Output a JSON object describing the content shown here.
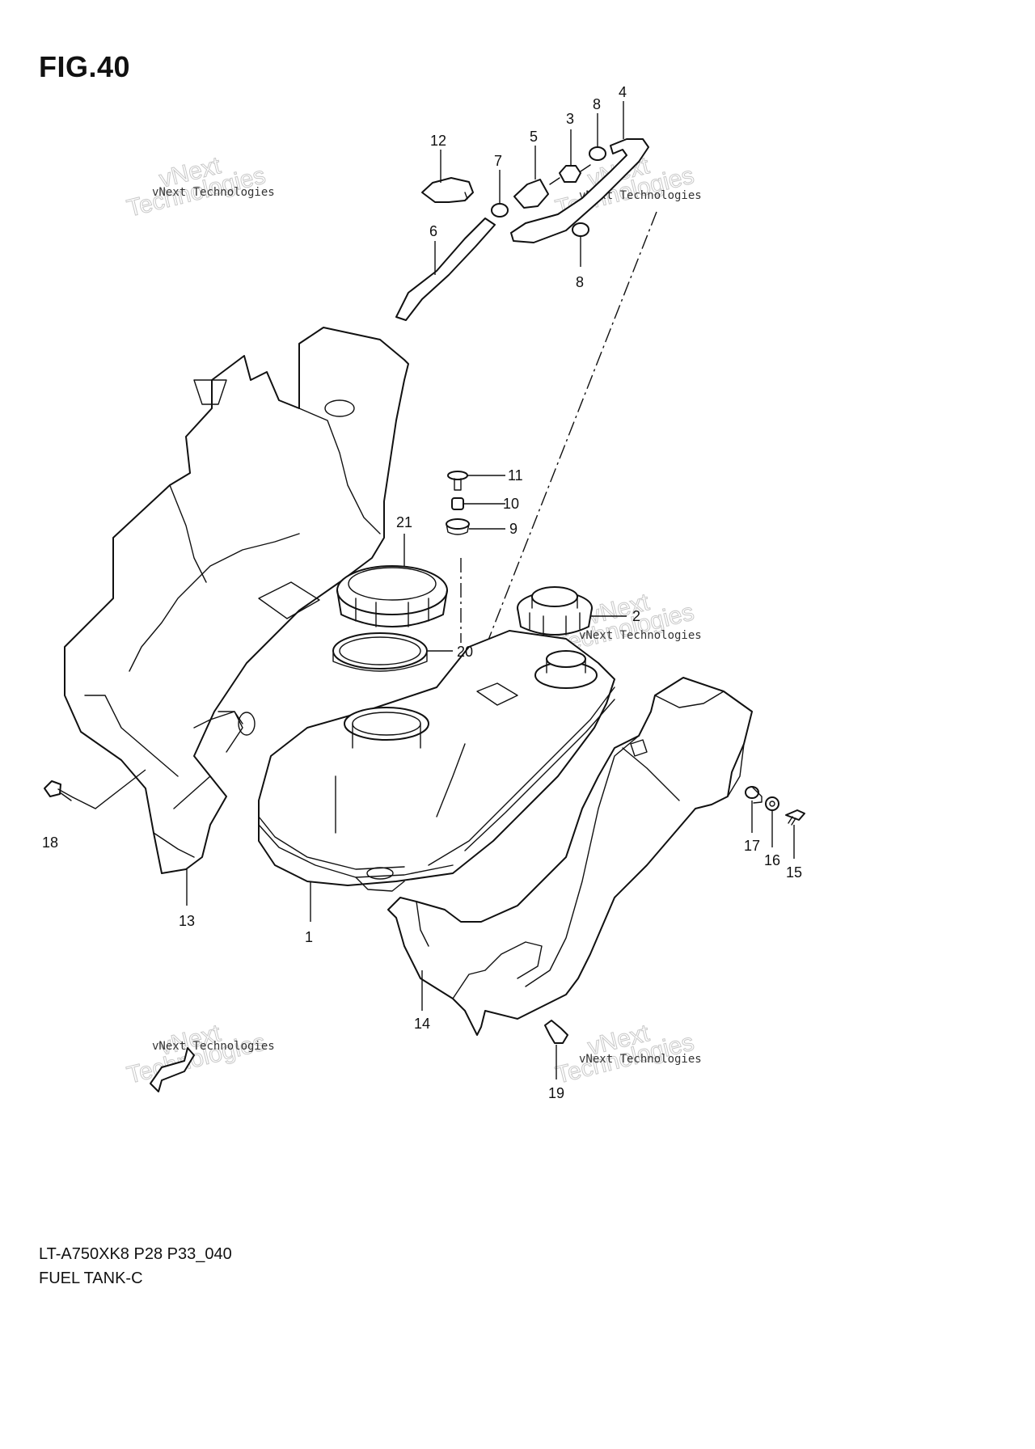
{
  "figure": {
    "title": "FIG.40"
  },
  "footer": {
    "code": "LT-A750XK8 P28 P33_040",
    "name": "FUEL TANK-C"
  },
  "callouts": [
    "1",
    "2",
    "3",
    "4",
    "5",
    "6",
    "7",
    "8",
    "8",
    "9",
    "10",
    "11",
    "12",
    "13",
    "14",
    "15",
    "16",
    "17",
    "18",
    "19",
    "20",
    "21"
  ],
  "watermark": {
    "line1": "vNext",
    "line2": "vNext Technologies",
    "line3": "Technologies"
  }
}
